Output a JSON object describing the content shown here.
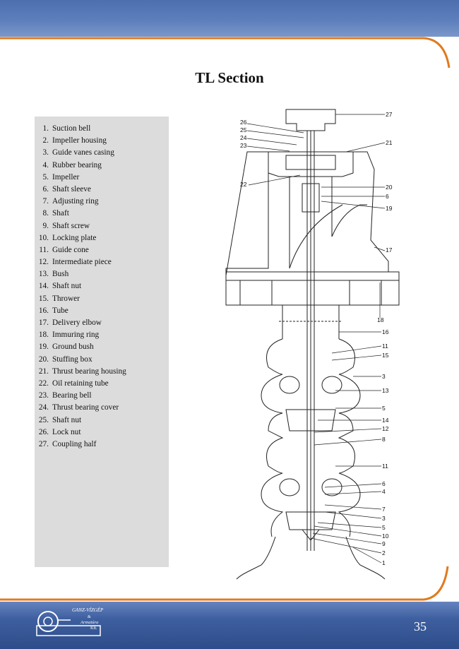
{
  "header": {
    "title": "TL Section"
  },
  "parts": [
    {
      "num": "1.",
      "label": "Suction bell"
    },
    {
      "num": "2.",
      "label": "Impeller housing"
    },
    {
      "num": "3.",
      "label": "Guide vanes casing"
    },
    {
      "num": "4.",
      "label": "Rubber bearing"
    },
    {
      "num": "5.",
      "label": "Impeller"
    },
    {
      "num": "6.",
      "label": "Shaft sleeve"
    },
    {
      "num": "7.",
      "label": "Adjusting ring"
    },
    {
      "num": "8.",
      "label": "Shaft"
    },
    {
      "num": "9.",
      "label": "Shaft screw"
    },
    {
      "num": "10.",
      "label": "Locking plate"
    },
    {
      "num": "11.",
      "label": "Guide cone"
    },
    {
      "num": "12.",
      "label": "Intermediate piece"
    },
    {
      "num": "13.",
      "label": "Bush"
    },
    {
      "num": "14.",
      "label": "Shaft nut"
    },
    {
      "num": "15.",
      "label": "Thrower"
    },
    {
      "num": "16.",
      "label": "Tube"
    },
    {
      "num": "17.",
      "label": "Delivery elbow"
    },
    {
      "num": "18.",
      "label": "Immuring ring"
    },
    {
      "num": "19.",
      "label": "Ground bush"
    },
    {
      "num": "20.",
      "label": "Stuffing box"
    },
    {
      "num": "21.",
      "label": "Thrust bearing housing"
    },
    {
      "num": "22.",
      "label": "Oil retaining tube"
    },
    {
      "num": "23.",
      "label": "Bearing bell"
    },
    {
      "num": "24.",
      "label": "Thrust bearing cover"
    },
    {
      "num": "25.",
      "label": "Shaft nut"
    },
    {
      "num": "26.",
      "label": "Lock nut"
    },
    {
      "num": "27.",
      "label": "Coupling half"
    }
  ],
  "diagram_callouts": [
    "26",
    "25",
    "24",
    "23",
    "22",
    "27",
    "21",
    "20",
    "6",
    "19",
    "17",
    "18",
    "16",
    "11",
    "15",
    "3",
    "13",
    "5",
    "14",
    "12",
    "8",
    "11",
    "6",
    "4",
    "7",
    "3",
    "5",
    "10",
    "9",
    "2",
    "1"
  ],
  "footer": {
    "logo_text_1": "GANZ-VÍZGÉP",
    "logo_text_2": "&",
    "logo_text_3": "Armatúra",
    "logo_text_4": "Kft.",
    "page_number": "35"
  },
  "colors": {
    "band_blue": "#4d6fae",
    "edge_orange": "#e07a1f",
    "panel_gray": "#dcdcdc"
  }
}
